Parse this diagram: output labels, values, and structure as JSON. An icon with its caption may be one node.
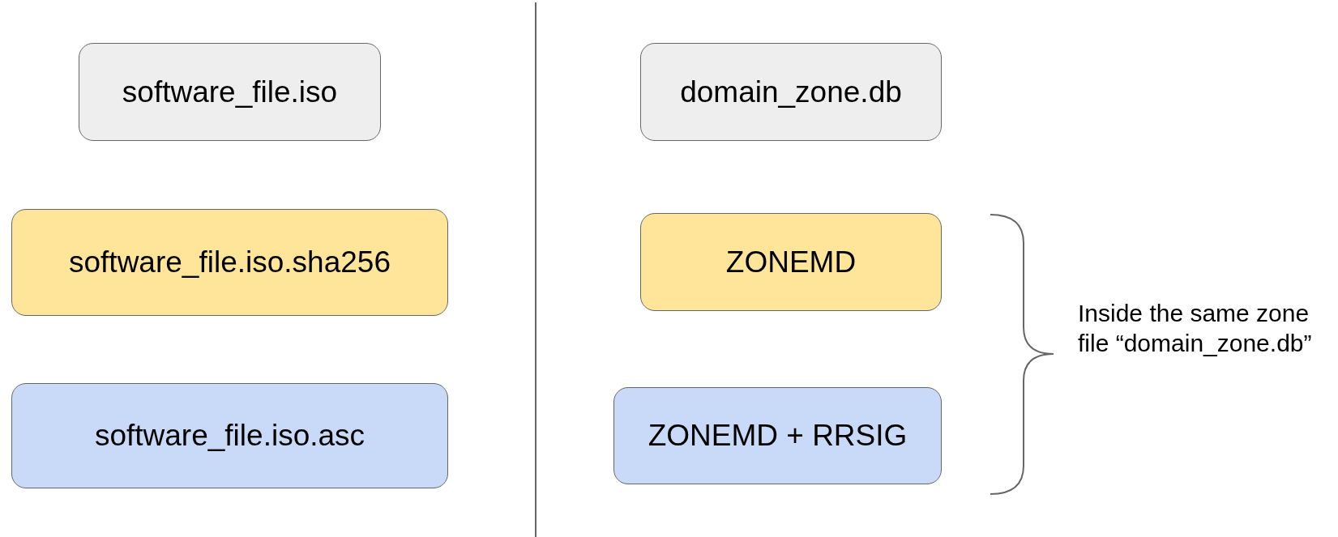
{
  "diagram": {
    "nodes": [
      {
        "text": [
          "software_file.iso"
        ]
      },
      {
        "text": [
          "software_file.iso.sha256"
        ]
      },
      {
        "text": [
          "software_file.iso.asc"
        ]
      },
      {
        "text": [
          "domain_zone.db"
        ]
      },
      {
        "text": [
          "ZONEMD"
        ]
      },
      {
        "text": [
          "ZONEMD + RRSIG"
        ]
      }
    ],
    "edges": [],
    "labels": [
      "Inside the same zone file “domain_zone.db”"
    ]
  }
}
